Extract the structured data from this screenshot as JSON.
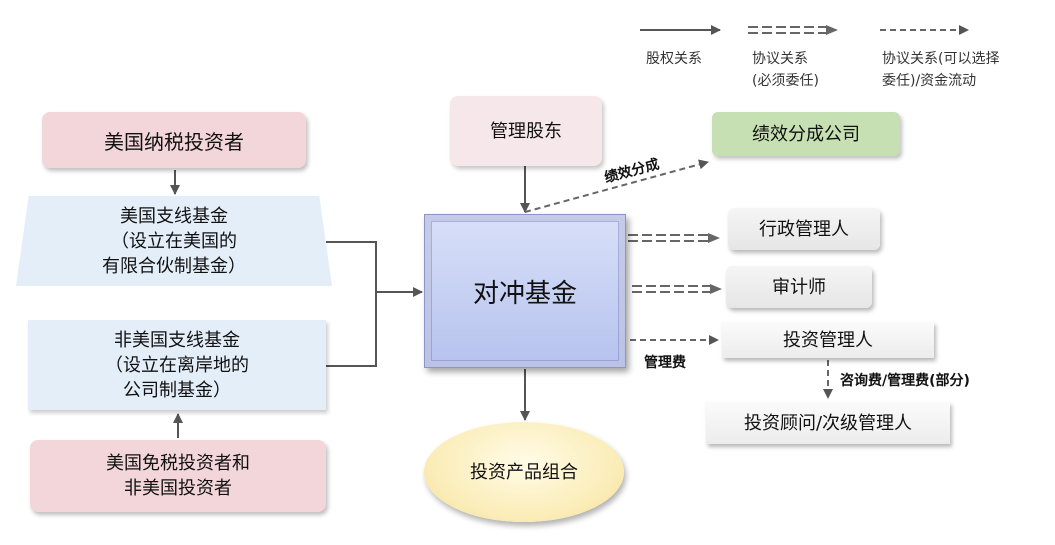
{
  "legend": {
    "solid": "股权关系",
    "double_line1": "协议关系",
    "double_line2": "(必须委任)",
    "dashed_line1": "协议关系(可以选择",
    "dashed_line2": "委任)/资金流动"
  },
  "nodes": {
    "us_taxable": "美国纳税投资者",
    "us_feeder_1": "美国支线基金",
    "us_feeder_2": "（设立在美国的",
    "us_feeder_3": "有限合伙制基金）",
    "nonus_feeder_1": "非美国支线基金",
    "nonus_feeder_2": "（设立在离岸地的",
    "nonus_feeder_3": "公司制基金）",
    "exempt_1": "美国免税投资者和",
    "exempt_2": "非美国投资者",
    "managing_shareholder": "管理股东",
    "hedge_fund": "对冲基金",
    "portfolio": "投资产品组合",
    "perf_company": "绩效分成公司",
    "admin": "行政管理人",
    "auditor": "审计师",
    "inv_manager": "投资管理人",
    "sub_advisor": "投资顾问/次级管理人"
  },
  "edge_labels": {
    "performance": "绩效分成",
    "mgmt_fee": "管理费",
    "consult_fee": "咨询费/管理费(部分)"
  }
}
